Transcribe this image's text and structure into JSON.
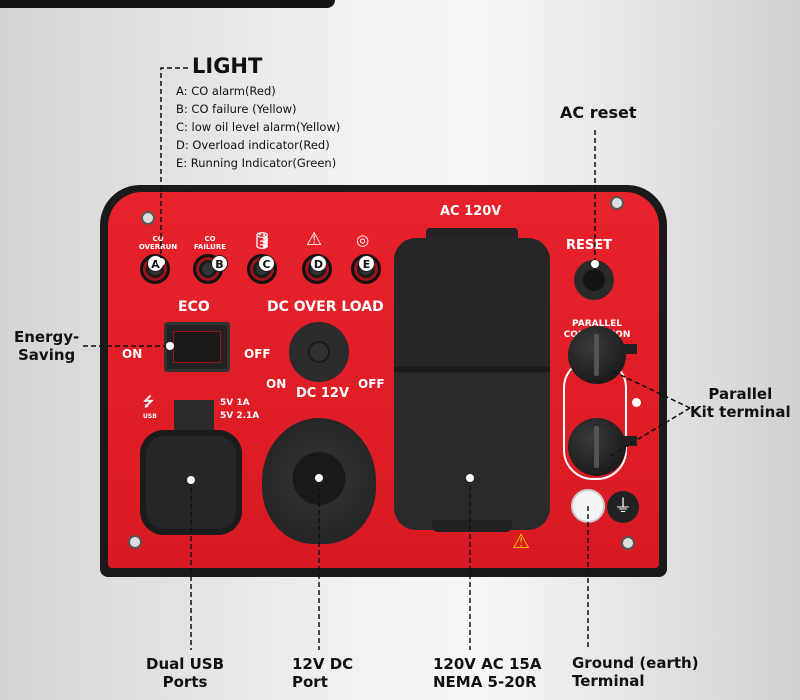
{
  "legend": {
    "title": "LIGHT",
    "items": [
      "A:  CO alarm(Red)",
      "B:  CO failure (Yellow)",
      "C:  low oil level alarm(Yellow)",
      "D:  Overload indicator(Red)",
      "E:  Running Indicator(Green)"
    ]
  },
  "callouts": {
    "ac_reset": "AC reset",
    "energy_saving": "Energy-\nSaving",
    "parallel": "Parallel\nKit terminal",
    "usb": "Dual USB\nPorts",
    "dc": "12V DC\nPort",
    "ac": "120V AC 15A\nNEMA 5-20R",
    "ground": "Ground (earth)\nTerminal"
  },
  "panel": {
    "leds": [
      {
        "label": "CO\nOVERRUN",
        "letter": "A"
      },
      {
        "label": "CO\nFAILURE",
        "letter": "B"
      },
      {
        "icon": "oil-can-icon",
        "letter": "C"
      },
      {
        "icon": "warning-icon",
        "letter": "D"
      },
      {
        "icon": "running-icon",
        "letter": "E"
      }
    ],
    "eco": "ECO",
    "eco_on": "ON",
    "eco_off": "OFF",
    "dc_overload": "DC OVER LOAD",
    "dc_on": "ON",
    "dc_off": "OFF",
    "dc_12v": "DC 12V",
    "usb_icon_label": "USB",
    "usb_rating1": "5V 1A",
    "usb_rating2": "5V 2.1A",
    "ac_120v": "AC 120V",
    "reset": "RESET",
    "parallel_connection": "PARALLEL\nCONNECTION"
  },
  "colors": {
    "panel_red": "#e8222b",
    "frame": "#1a1a1a"
  }
}
